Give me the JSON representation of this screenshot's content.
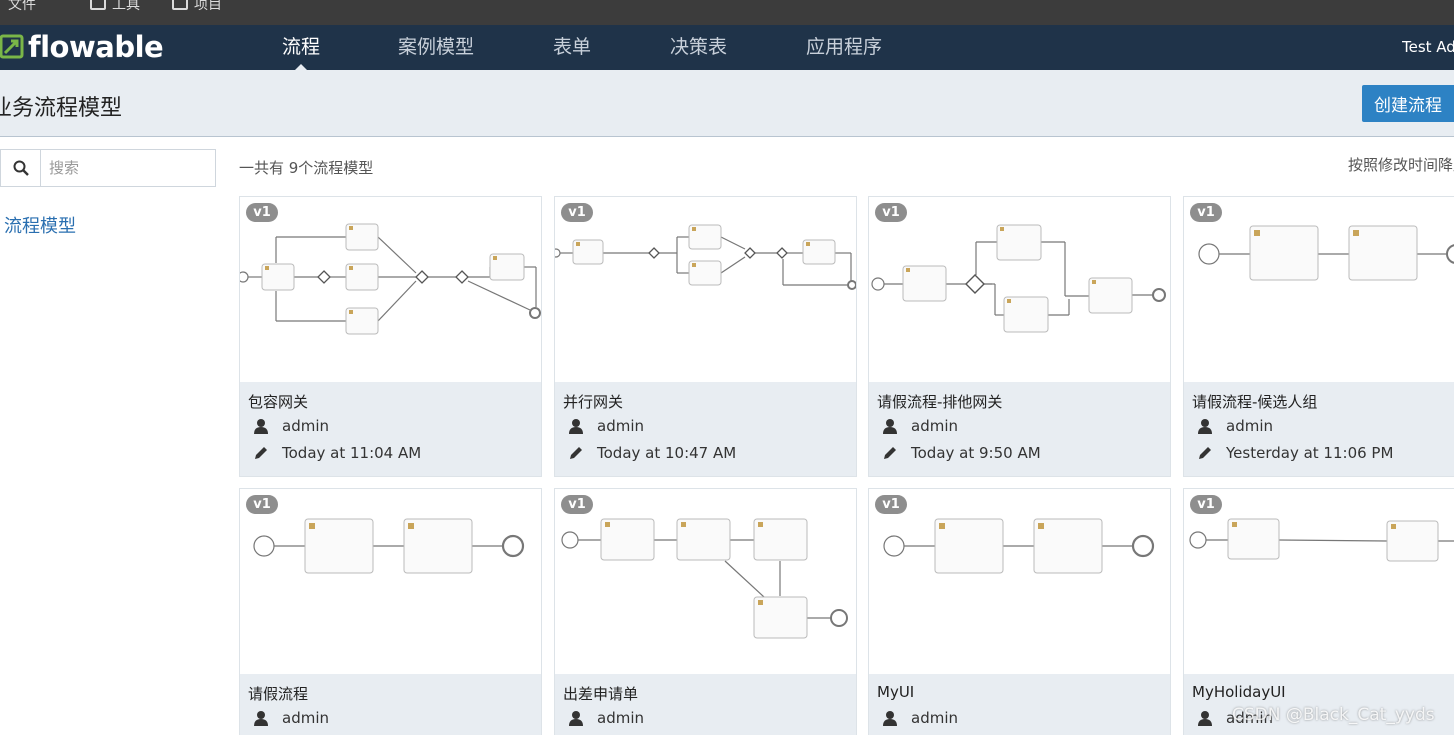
{
  "os_menu": {
    "items": [
      {
        "label": "文件"
      },
      {
        "label": "工具"
      },
      {
        "label": "项目"
      }
    ]
  },
  "header": {
    "logo_text": "flowable",
    "nav": [
      {
        "label": "流程",
        "active": true
      },
      {
        "label": "案例模型"
      },
      {
        "label": "表单"
      },
      {
        "label": "决策表"
      },
      {
        "label": "应用程序"
      }
    ],
    "user": "Test Admin"
  },
  "subheader": {
    "title": "业务流程模型",
    "create_button": "创建流程"
  },
  "sidebar": {
    "search_placeholder": "搜索",
    "link": "流程模型"
  },
  "content": {
    "count_text": "一共有 9个流程模型",
    "sort_text": "按照修改时间降序"
  },
  "cards": [
    {
      "version": "v1",
      "name": "包容网关",
      "author": "admin",
      "modified": "Today at 11:04 AM"
    },
    {
      "version": "v1",
      "name": "并行网关",
      "author": "admin",
      "modified": "Today at 10:47 AM"
    },
    {
      "version": "v1",
      "name": "请假流程-排他网关",
      "author": "admin",
      "modified": "Today at 9:50 AM"
    },
    {
      "version": "v1",
      "name": "请假流程-候选人组",
      "author": "admin",
      "modified": "Yesterday at 11:06 PM"
    },
    {
      "version": "v1",
      "name": "请假流程",
      "author": "admin",
      "modified": ""
    },
    {
      "version": "v1",
      "name": "出差申请单",
      "author": "admin",
      "modified": ""
    },
    {
      "version": "v1",
      "name": "MyUI",
      "author": "admin",
      "modified": ""
    },
    {
      "version": "v1",
      "name": "MyHolidayUI",
      "author": "admin",
      "modified": ""
    }
  ],
  "watermark": "CSDN @Black_Cat_yyds",
  "colors": {
    "header_bg": "#1f3349",
    "subheader_bg": "#e8edf2",
    "primary_button": "#2d82c4",
    "link": "#2a6fb0",
    "logo_green": "#7ab648"
  }
}
